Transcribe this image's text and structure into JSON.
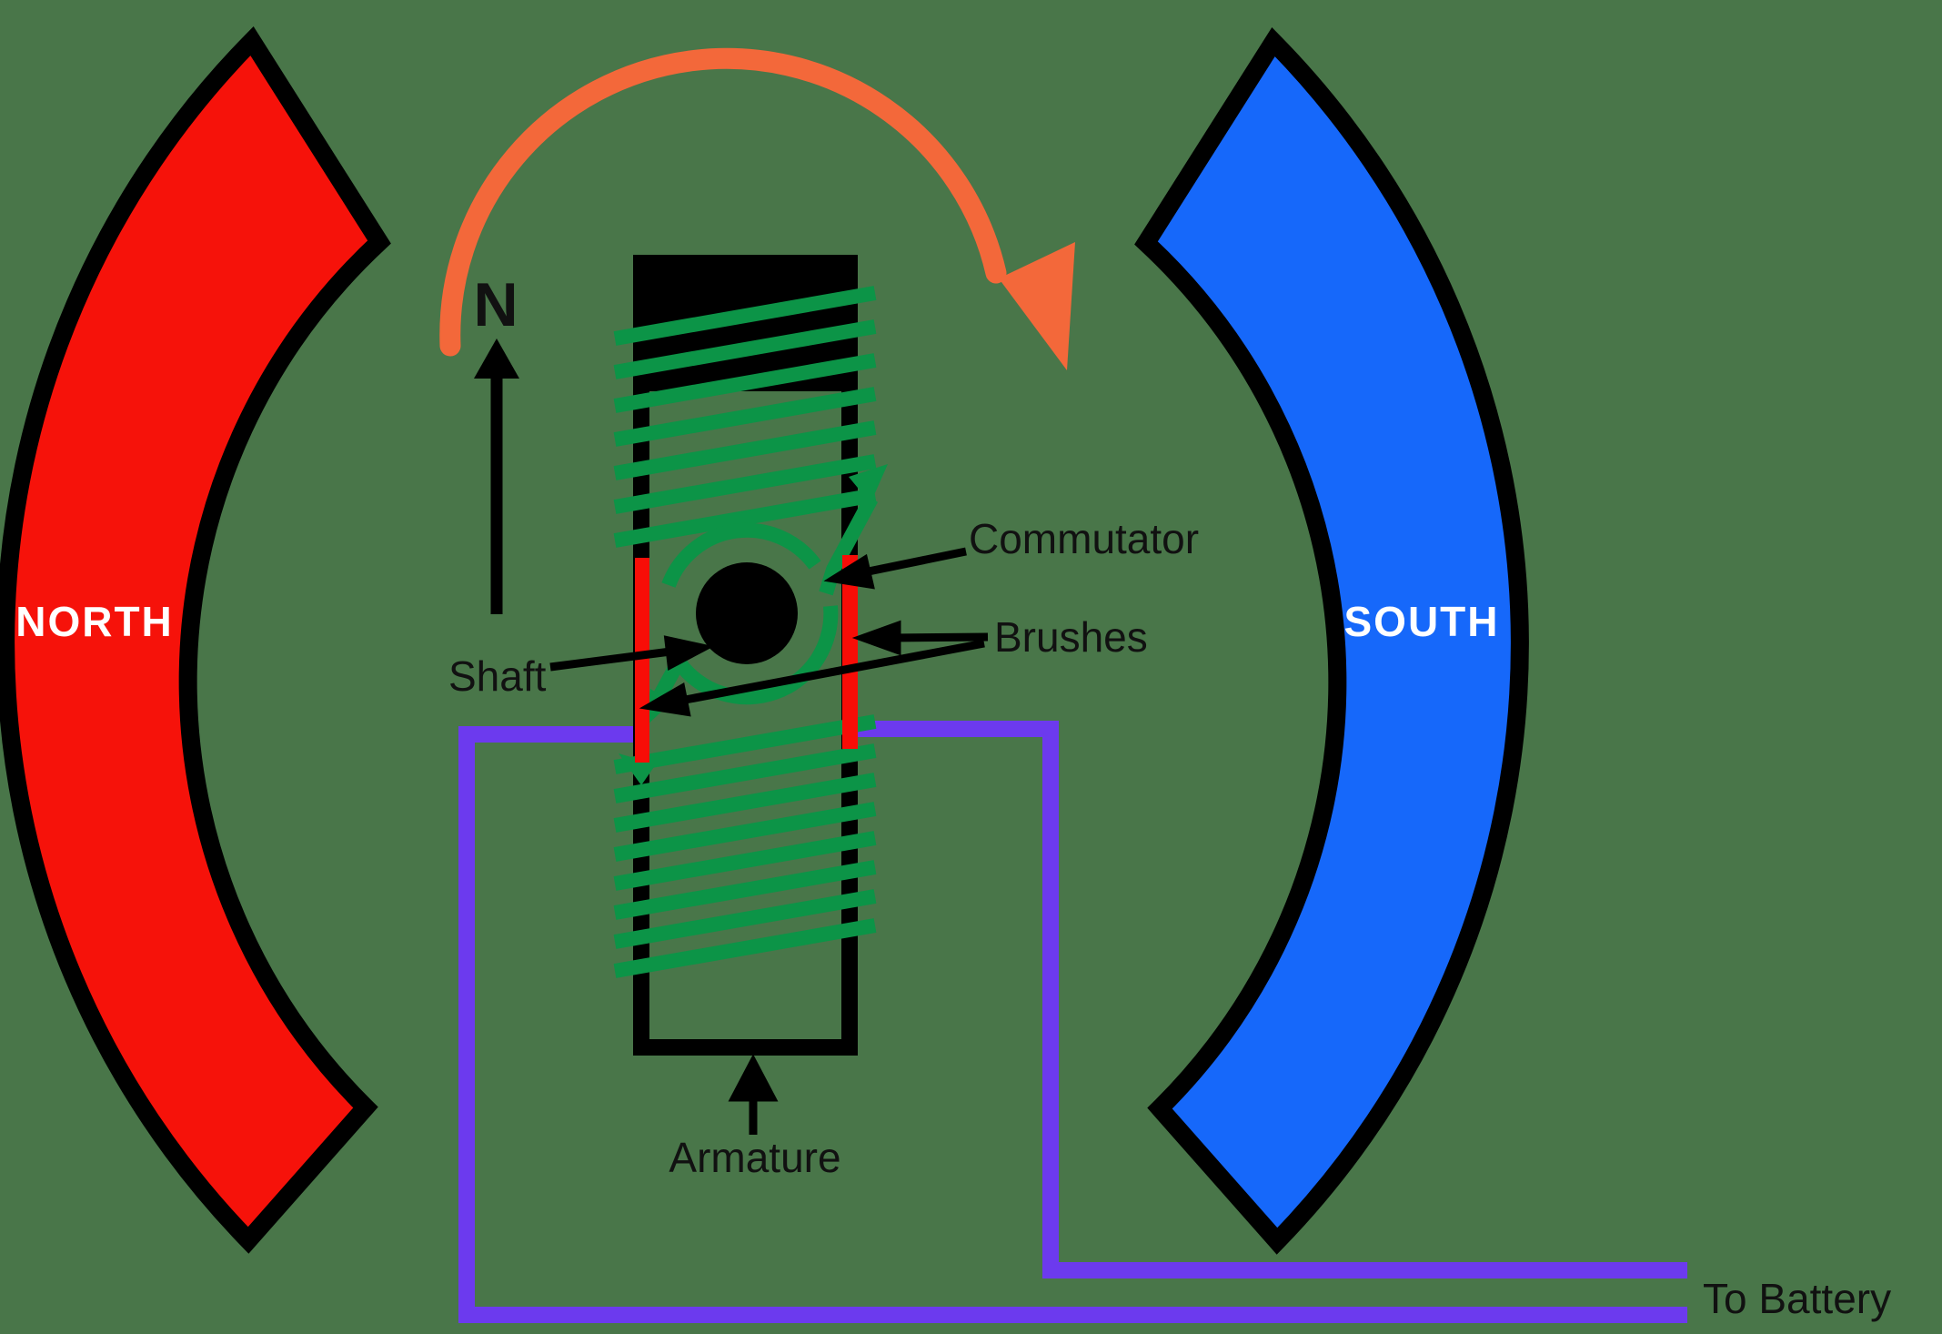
{
  "diagram": {
    "type": "dc-electric-motor-diagram",
    "labels": {
      "north_pole": "NORTH",
      "south_pole": "SOUTH",
      "field_direction": "N",
      "shaft": "Shaft",
      "commutator": "Commutator",
      "brushes": "Brushes",
      "armature": "Armature",
      "to_battery": "To Battery"
    },
    "colors": {
      "background": "#497649",
      "magnet_north_red": "#f6120a",
      "magnet_south_blue": "#1668fa",
      "coil_green": "#0c9447",
      "commutator_red": "#f80d07",
      "wire_purple": "#6c3aee",
      "rotation_arrow_orange": "#f3683a",
      "outline_black": "#000000",
      "pole_text_white": "#ffffff"
    }
  }
}
